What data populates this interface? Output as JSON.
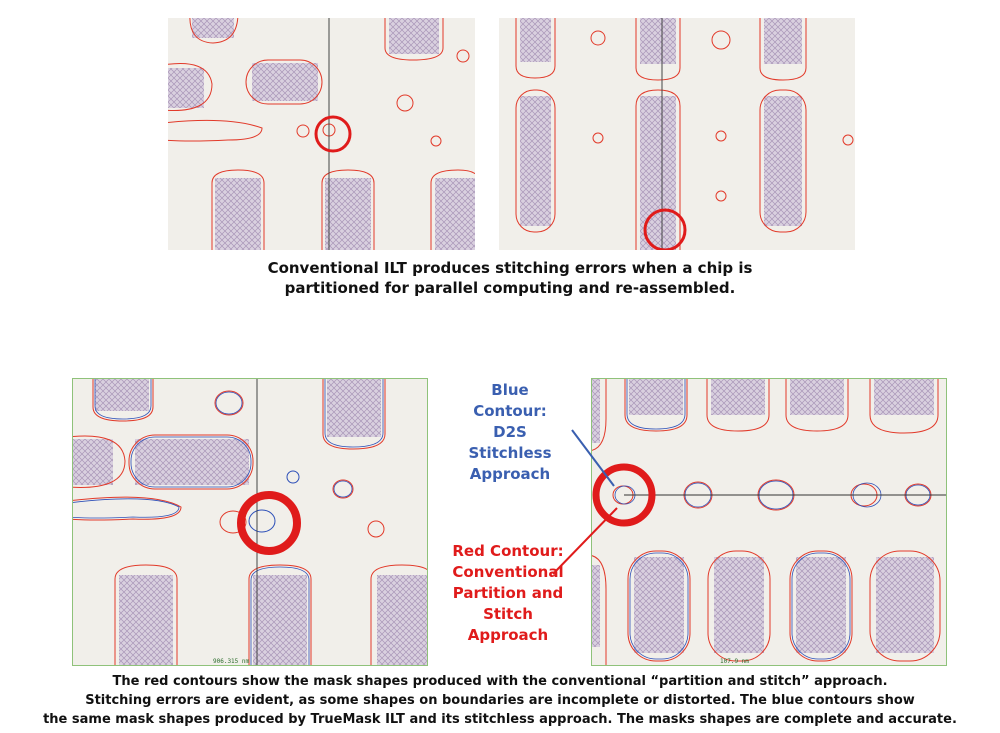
{
  "colors": {
    "panel_bg": "#f1efea",
    "mask_fill": "#d7cede",
    "red_contour": "#e23a2a",
    "blue_contour": "#2d4fb8",
    "highlight_circle": "#e01b1b",
    "blue_label": "#3a5fb0",
    "red_label": "#e01b1b",
    "panel_border": "#8fc27a"
  },
  "top_caption": {
    "line1": "Conventional ILT produces stitching errors when a chip is",
    "line2": "partitioned for parallel computing and re-assembled."
  },
  "blue_label": {
    "line1": "Blue",
    "line2": "Contour:",
    "line3": "D2S",
    "line4": "Stitchless",
    "line5": "Approach"
  },
  "red_label": {
    "line1": "Red Contour:",
    "line2": "Conventional",
    "line3": "Partition and",
    "line4": "Stitch",
    "line5": "Approach"
  },
  "scale_labels": {
    "bottom_left": "906.315 nm",
    "bottom_right": "107.9 nm"
  },
  "bottom_caption": {
    "line1": "The red contours show the mask shapes produced with the conventional “partition and stitch” approach.",
    "line2": "Stitching errors are evident, as some shapes on boundaries are incomplete or distorted. The blue contours show",
    "line3": "the same mask shapes produced by TrueMask ILT and its stitchless approach. The masks shapes are complete and accurate."
  }
}
